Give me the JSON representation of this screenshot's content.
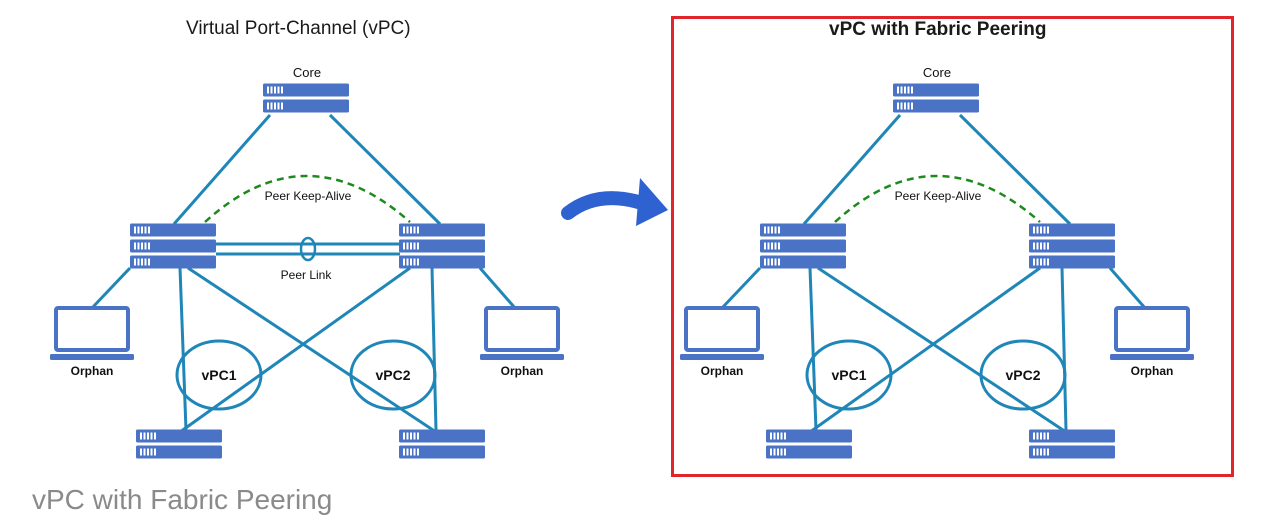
{
  "diagrams": {
    "left": {
      "title": "Virtual Port-Channel (vPC)",
      "core_label": "Core",
      "keepalive_label": "Peer Keep-Alive",
      "peerlink_label": "Peer Link",
      "orphan_left": "Orphan",
      "orphan_right": "Orphan",
      "vpc1": "vPC1",
      "vpc2": "vPC2"
    },
    "right": {
      "title": "vPC with Fabric Peering",
      "core_label": "Core",
      "keepalive_label": "Peer Keep-Alive",
      "orphan_left": "Orphan",
      "orphan_right": "Orphan",
      "vpc1": "vPC1",
      "vpc2": "vPC2"
    }
  },
  "caption": "vPC with Fabric Peering",
  "colors": {
    "link": "#1f86b8",
    "switch": "#4a73c6",
    "keepalive": "#1e8a1e",
    "highlight": "#e0252b",
    "arrow": "#2d62d0"
  },
  "icons": [
    "switch-icon",
    "laptop-icon",
    "arrow-icon"
  ]
}
